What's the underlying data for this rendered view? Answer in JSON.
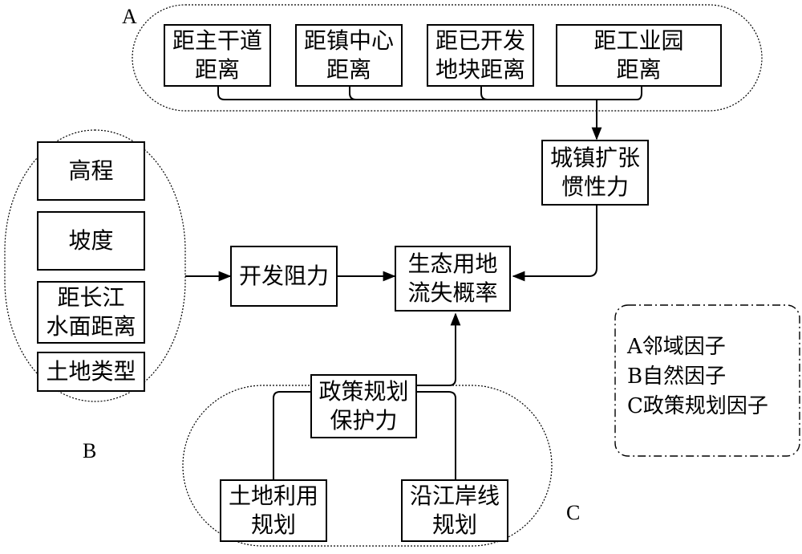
{
  "groups": {
    "a": {
      "label": "A"
    },
    "b": {
      "label": "B"
    },
    "c": {
      "label": "C"
    }
  },
  "neighborhood_factors": [
    "距主干道\n距离",
    "距镇中心\n距离",
    "距已开发\n地块距离",
    "距工业园\n距离"
  ],
  "natural_factors": [
    "高程",
    "坡度",
    "距长江\n水面距离",
    "土地类型"
  ],
  "policy_factors": [
    "土地利用\n规划",
    "沿江岸线\n规划"
  ],
  "nodes": {
    "urban_inertia": "城镇扩张\n惯性力",
    "dev_resistance": "开发阻力",
    "eco_loss": "生态用地\n流失概率",
    "policy_protection": "政策规划\n保护力"
  },
  "legend": [
    "A邻域因子",
    "B自然因子",
    "C政策规划因子"
  ]
}
